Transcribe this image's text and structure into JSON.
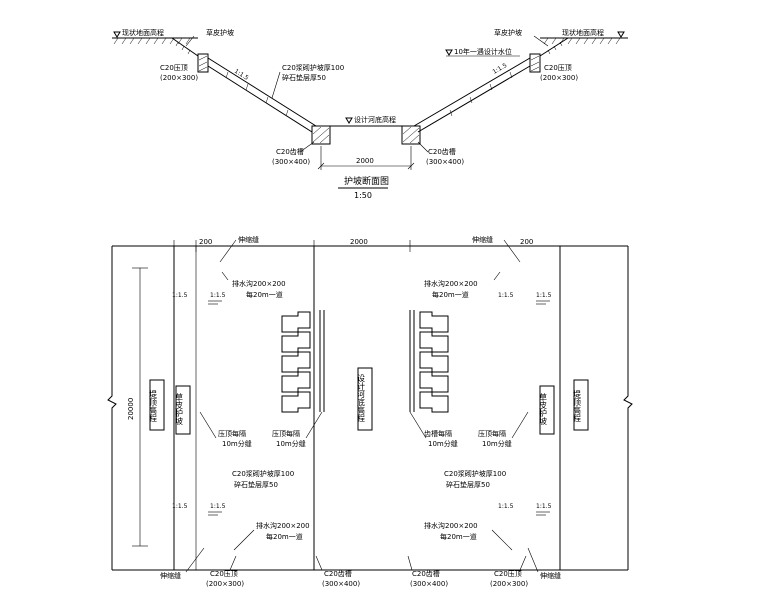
{
  "section": {
    "top_left_label": "现状地面高程",
    "top_right_label": "现状地面高程",
    "turf_left": "草皮护坡",
    "turf_right": "草皮护坡",
    "cap_left": "C20压顶",
    "cap_left_size": "(200×300)",
    "cap_right": "C20压顶",
    "cap_right_size": "(200×300)",
    "slope_ratio_left": "1:1.5",
    "slope_ratio_right": "1:1.5",
    "lining_line1": "C20浆砌护坡厚100",
    "lining_line2": "碎石垫层厚50",
    "water_level": "10年一遇设计水位",
    "bed_elev": "设计河底高程",
    "toe_left": "C20齿槽",
    "toe_left_size": "(300×400)",
    "toe_right": "C20齿槽",
    "toe_right_size": "(300×400)",
    "bottom_width": "2000",
    "title": "护坡断面图",
    "scale": "1:50"
  },
  "plan": {
    "joint_tl": "伸缩缝",
    "joint_tr": "伸缩缝",
    "dim_200_left": "200",
    "dim_200_right": "200",
    "dim_2000_top": "2000",
    "dim_20000": "20000",
    "drain_left": "排水沟200×200",
    "drain_left_2": "每20m一道",
    "drain_right": "排水沟200×200",
    "drain_right_2": "每20m一道",
    "slope_marks": [
      "1:1.5",
      "1:1.5",
      "1:1.5",
      "1:1.5",
      "1:1.5",
      "1:1.5",
      "1:1.5",
      "1:1.5"
    ],
    "top_elev_left": "堤顶高程",
    "top_elev_right": "堤顶高程",
    "turf_left": "草皮护坡",
    "turf_right": "草皮护坡",
    "bed_elev": "设计河底高程",
    "cap_joint_a": "压顶每隔",
    "cap_joint_a2": "10m分缝",
    "cap_joint_b": "压顶每隔",
    "cap_joint_b2": "10m分缝",
    "cap_joint_c": "齿槽每隔",
    "cap_joint_c2": "10m分缝",
    "cap_joint_d": "压顶每隔",
    "cap_joint_d2": "10m分缝",
    "lining_left": "C20浆砌护坡厚100",
    "lining_left_2": "碎石垫层厚50",
    "lining_right": "C20浆砌护坡厚100",
    "lining_right_2": "碎石垫层厚50",
    "bottom_labels": [
      "伸缩缝",
      "C20压顶",
      "(200×300)",
      "C20齿槽",
      "(300×400)",
      "C20齿槽",
      "(300×400)",
      "C20压顶",
      "(200×300)",
      "伸缩缝"
    ]
  }
}
